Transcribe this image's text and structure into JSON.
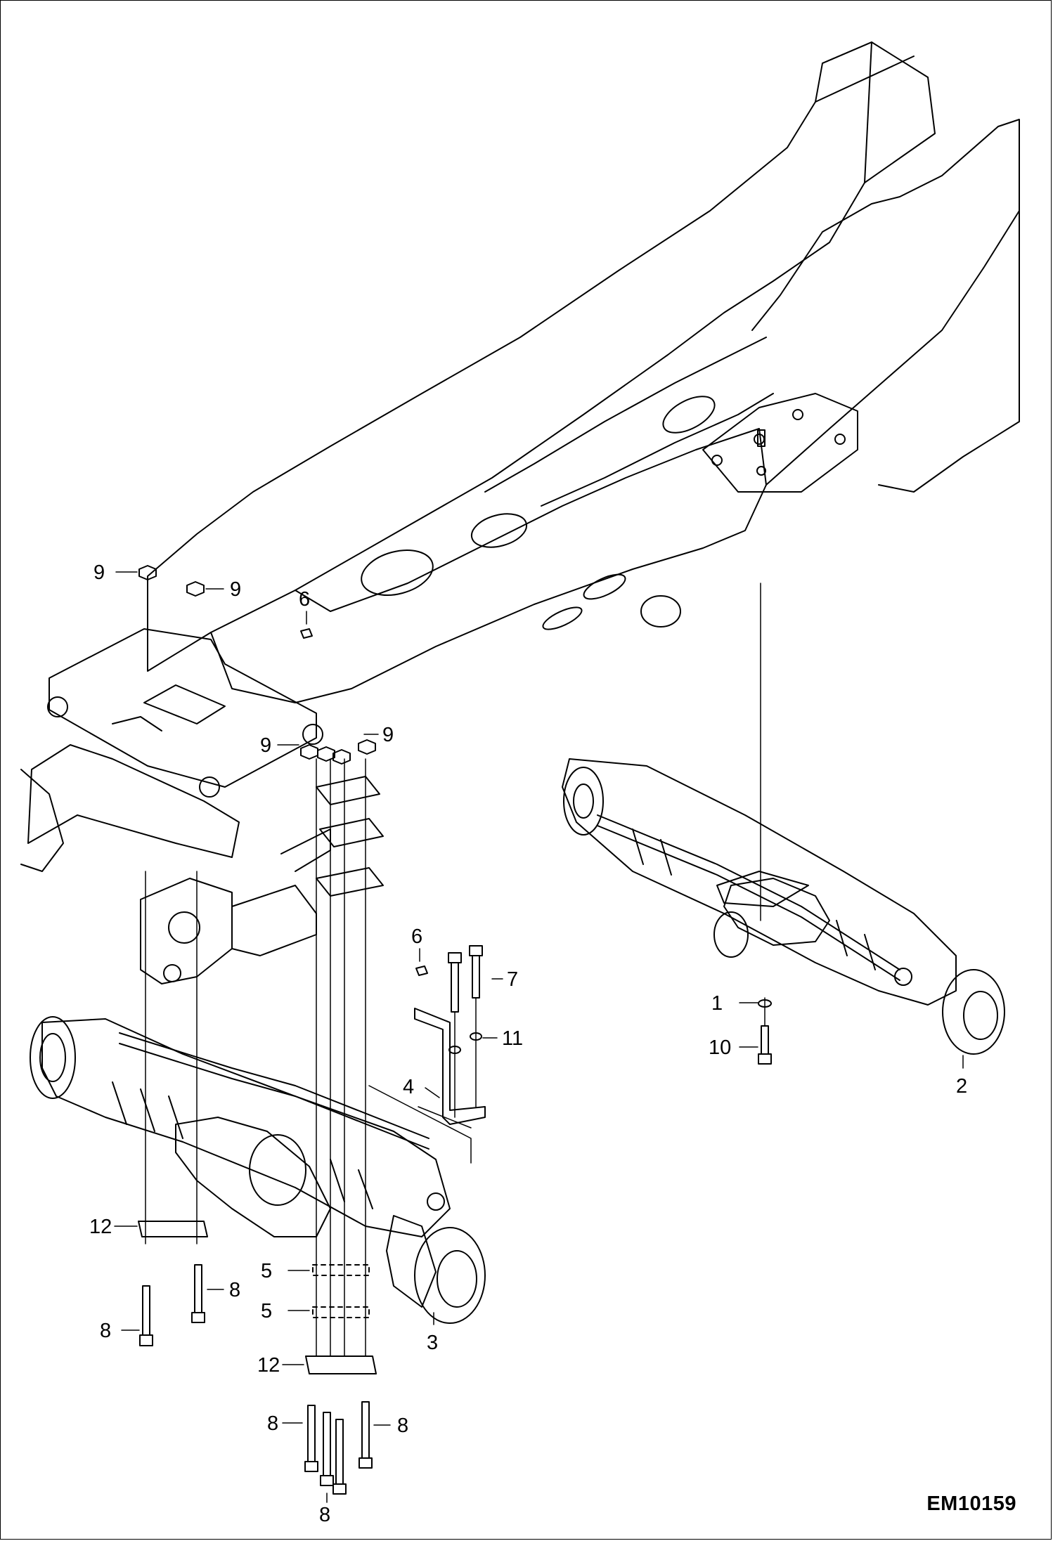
{
  "drawing_id": "EM10159",
  "callouts": [
    {
      "label": "1"
    },
    {
      "label": "2"
    },
    {
      "label": "3"
    },
    {
      "label": "4"
    },
    {
      "label": "5"
    },
    {
      "label": "5"
    },
    {
      "label": "6"
    },
    {
      "label": "6"
    },
    {
      "label": "7"
    },
    {
      "label": "8"
    },
    {
      "label": "8"
    },
    {
      "label": "8"
    },
    {
      "label": "8"
    },
    {
      "label": "8"
    },
    {
      "label": "9"
    },
    {
      "label": "9"
    },
    {
      "label": "9"
    },
    {
      "label": "9"
    },
    {
      "label": "10"
    },
    {
      "label": "11"
    },
    {
      "label": "12"
    },
    {
      "label": "12"
    }
  ],
  "colors": {
    "line": "#000000",
    "background": "#ffffff"
  }
}
